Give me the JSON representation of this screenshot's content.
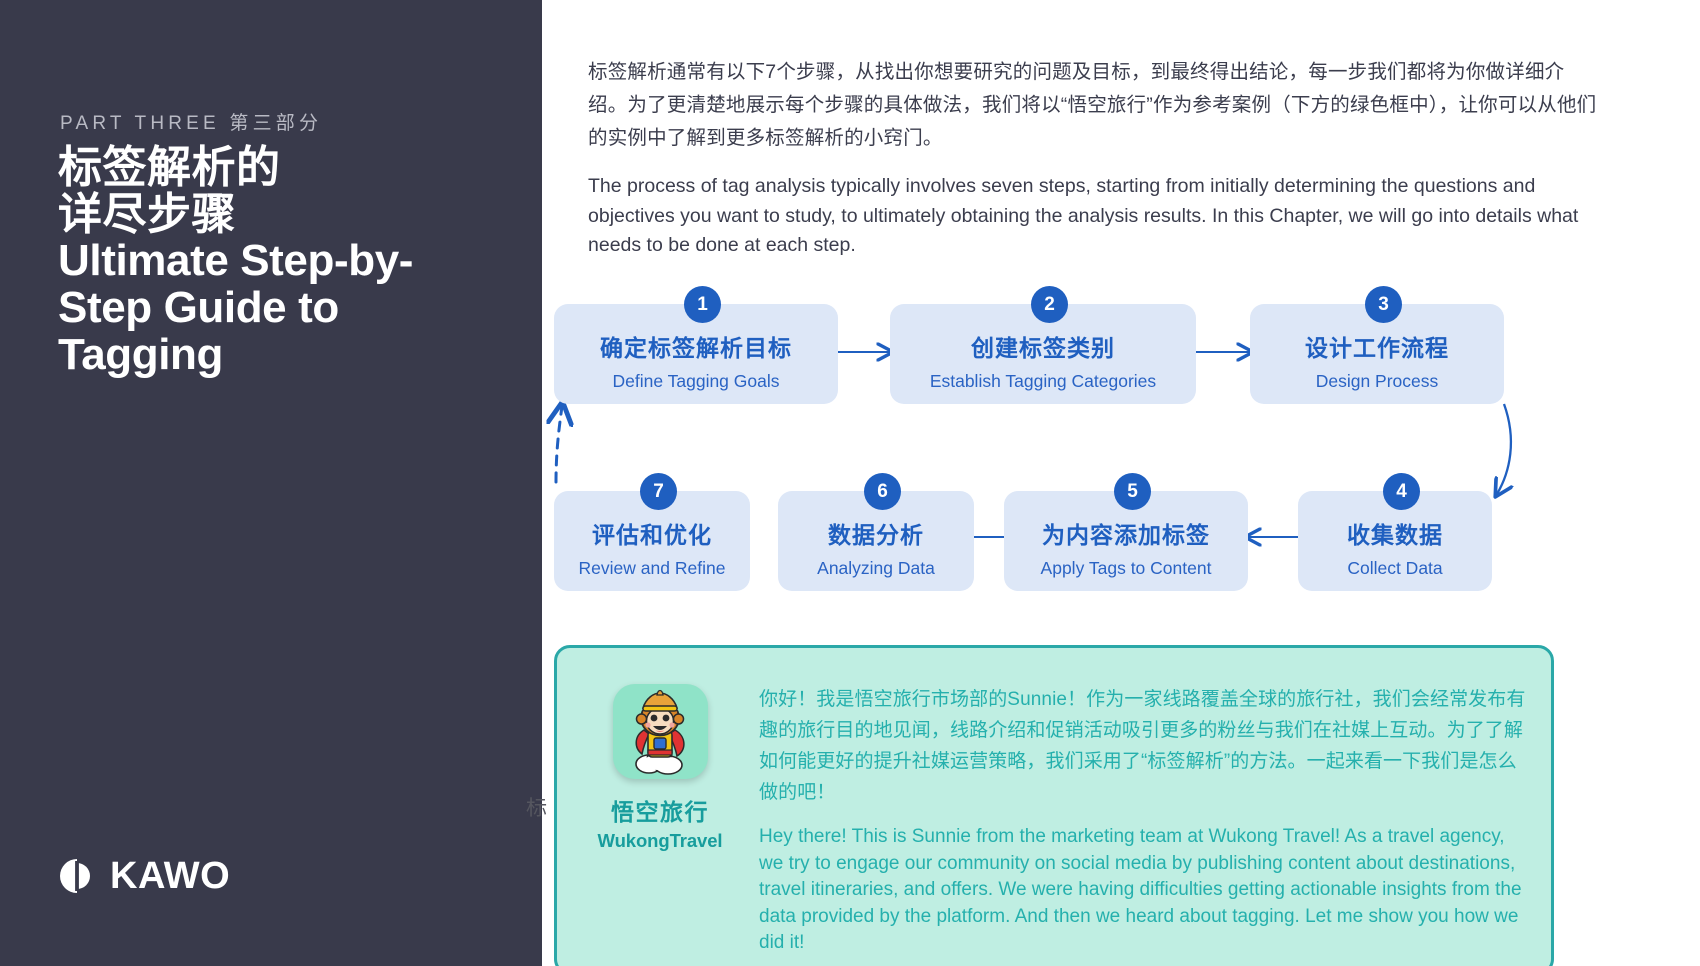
{
  "sidebar": {
    "part_label": "PART THREE 第三部分",
    "title_cn_line1": "标签解析的",
    "title_cn_line2": "详尽步骤",
    "title_en_line1": "Ultimate Step-by-",
    "title_en_line2": "Step Guide to",
    "title_en_line3": "Tagging",
    "logo_wordmark": "KAWO",
    "background_color": "#393A4B"
  },
  "content": {
    "paragraph_cn": "标签解析通常有以下7个步骤，从找出你想要研究的问题及目标，到最终得出结论，每一步我们都将为你做详细介绍。为了更清楚地展示每个步骤的具体做法，我们将以“悟空旅行”作为参考案例（下方的绿色框中），让你可以从他们的实例中了解到更多标签解析的小窍门。",
    "paragraph_en": "The process of tag analysis typically involves seven steps, starting from initially determining the questions and objectives you want to study, to ultimately obtaining the analysis results. In this Chapter, we will go into details what needs to be done at each step.",
    "watermark_char": "标"
  },
  "flowchart": {
    "accent_color": "#1f5fc0",
    "box_fill": "#dde7f7",
    "steps": [
      {
        "number": "1",
        "title_cn": "确定标签解析目标",
        "title_en": "Define Tagging Goals"
      },
      {
        "number": "2",
        "title_cn": "创建标签类别",
        "title_en": "Establish Tagging Categories"
      },
      {
        "number": "3",
        "title_cn": "设计工作流程",
        "title_en": "Design Process"
      },
      {
        "number": "4",
        "title_cn": "收集数据",
        "title_en": "Collect Data"
      },
      {
        "number": "5",
        "title_cn": "为内容添加标签",
        "title_en": "Apply Tags to Content"
      },
      {
        "number": "6",
        "title_cn": "数据分析",
        "title_en": "Analyzing Data"
      },
      {
        "number": "7",
        "title_cn": "评估和优化",
        "title_en": "Review and Refine"
      }
    ]
  },
  "testimonial": {
    "brand_cn": "悟空旅行",
    "brand_en": "WukongTravel",
    "quote_cn": "你好！我是悟空旅行市场部的Sunnie！作为一家线路覆盖全球的旅行社，我们会经常发布有趣的旅行目的地见闻，线路介绍和促销活动吸引更多的粉丝与我们在社媒上互动。为了了解如何能更好的提升社媒运营策略，我们采用了“标签解析”的方法。一起来看一下我们是怎么做的吧！",
    "quote_en": "Hey there! This is Sunnie from the marketing team at Wukong Travel! As a travel agency, we try to engage our community on social media by publishing content about destinations, travel itineraries, and offers. We were having difficulties getting actionable insights from the data provided by the platform. And then we heard about tagging. Let me show you how we did it!",
    "border_color": "#2aa8a8",
    "fill_color": "#bfeee2",
    "text_color": "#25b0ad"
  }
}
